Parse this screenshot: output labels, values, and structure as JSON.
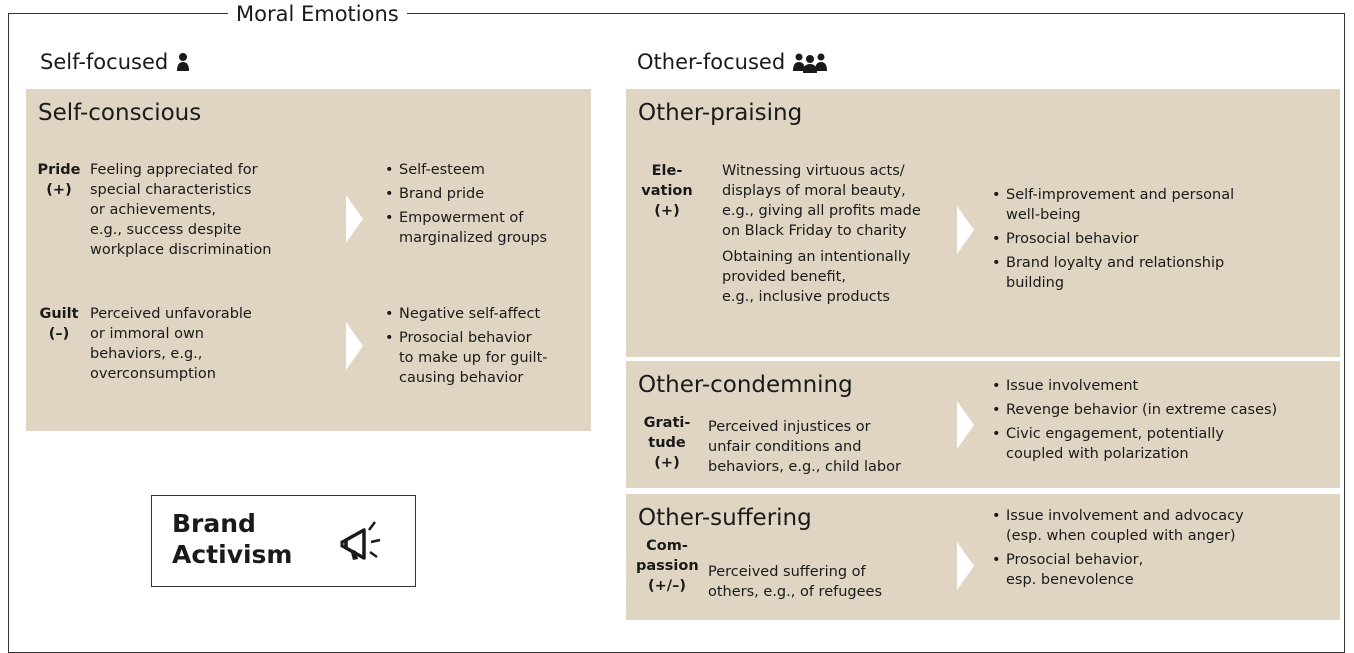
{
  "title": "Moral Emotions",
  "self_focused": {
    "heading": "Self-focused",
    "icon": "person-icon",
    "panel": {
      "title": "Self-conscious",
      "rows": [
        {
          "emotion": "Pride\n(+)",
          "description": "Feeling appreciated for\nspecial characteristics\nor achievements,\ne.g., success despite\nworkplace discrimination",
          "outcomes": [
            "Self-esteem",
            "Brand pride",
            "Empowerment of\nmarginalized groups"
          ]
        },
        {
          "emotion": "Guilt\n(–)",
          "description": "Perceived unfavorable\nor immoral own\nbehaviors, e.g.,\noverconsumption",
          "outcomes": [
            "Negative self-affect",
            "Prosocial behavior\nto make up for guilt-\ncausing behavior"
          ]
        }
      ]
    }
  },
  "other_focused": {
    "heading": "Other-focused",
    "icon": "group-icon",
    "panels": [
      {
        "title": "Other-praising",
        "emotion": "Ele-\nvation\n(+)",
        "descriptions": [
          "Witnessing virtuous acts/\ndisplays of moral beauty,\ne.g., giving all profits made\non Black Friday to charity",
          "Obtaining an intentionally\nprovided benefit,\ne.g., inclusive products"
        ],
        "outcomes": [
          "Self-improvement and personal\nwell-being",
          "Prosocial behavior",
          "Brand loyalty and relationship\nbuilding"
        ]
      },
      {
        "title": "Other-condemning",
        "emotion": "Grati-\ntude\n(+)",
        "descriptions": [
          "Perceived injustices or\nunfair conditions and\nbehaviors, e.g., child labor"
        ],
        "outcomes": [
          "Issue involvement",
          "Revenge behavior (in extreme cases)",
          "Civic engagement, potentially\ncoupled with polarization"
        ]
      },
      {
        "title": "Other-suffering",
        "emotion": "Com-\npassion\n(+/–)",
        "descriptions": [
          "Perceived suffering of\nothers, e.g., of refugees"
        ],
        "outcomes": [
          "Issue involvement and advocacy\n(esp. when coupled with anger)",
          "Prosocial behavior,\nesp. benevolence"
        ]
      }
    ]
  },
  "brand_activism": {
    "label": "Brand\nActivism",
    "icon": "megaphone-icon"
  },
  "colors": {
    "panel_bg": "#dfd5c2",
    "border": "#333333",
    "text": "#1a1a1a"
  }
}
